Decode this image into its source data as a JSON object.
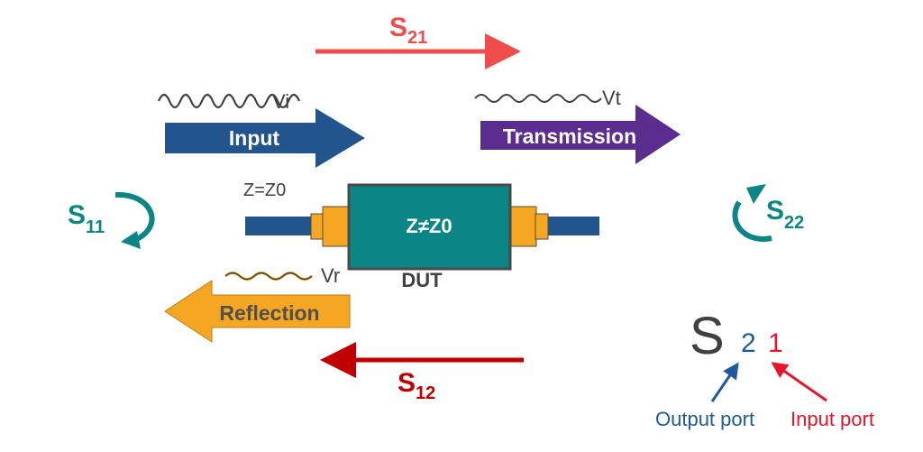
{
  "diagram": {
    "title": "S-parameters of a two-port DUT",
    "colors": {
      "s21_arrow": "#f04c4c",
      "s12_arrow": "#c00000",
      "input_arrow": "#22548e",
      "transmission_arrow": "#5b2d8e",
      "reflection_arrow": "#f5a623",
      "teal": "#0b8585",
      "line_blue": "#22548e",
      "connector_orange": "#f5a623",
      "dark_text": "#404040",
      "port_blue": "#1f5a9e",
      "port_red": "#e8162c"
    },
    "s21_label": {
      "main": "S",
      "sub": "21"
    },
    "s12_label": {
      "main": "S",
      "sub": "12"
    },
    "s11_label": {
      "main": "S",
      "sub": "11"
    },
    "s22_label": {
      "main": "S",
      "sub": "22"
    },
    "input": {
      "wave_label": "Vi",
      "arrow_label": "Input"
    },
    "transmission": {
      "wave_label": "Vt",
      "arrow_label": "Transmission"
    },
    "reflection": {
      "wave_label": "Vr",
      "arrow_label": "Reflection"
    },
    "line_impedance": "Z=Z0",
    "dut": {
      "impedance": "Z≠Z0",
      "caption": "DUT"
    },
    "legend": {
      "symbol": "S",
      "output_digit": "2",
      "input_digit": "1",
      "output_label": "Output port",
      "input_label": "Input port"
    }
  }
}
